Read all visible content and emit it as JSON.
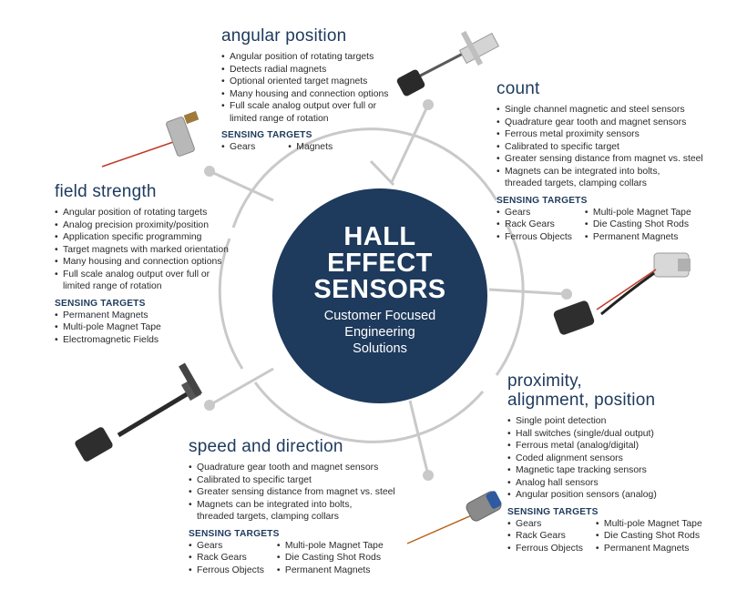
{
  "center": {
    "title_lines": [
      "HALL",
      "EFFECT",
      "SENSORS"
    ],
    "subtitle_lines": [
      "Customer Focused",
      "Engineering",
      "Solutions"
    ]
  },
  "colors": {
    "navy": "#1e3a5c",
    "ring": "#c9c9c9",
    "text": "#2b2b2b"
  },
  "sections": {
    "angular": {
      "title": "angular position",
      "bullets": [
        "Angular position of rotating targets",
        "Detects radial magnets",
        "Optional oriented target magnets",
        "Many housing and connection options",
        "Full scale analog output over full or",
        "limited range of rotation"
      ],
      "targets_label": "SENSING TARGETS",
      "targets": [
        "Gears",
        "Magnets"
      ]
    },
    "count": {
      "title": "count",
      "bullets": [
        "Single channel magnetic and steel sensors",
        "Quadrature gear tooth and magnet sensors",
        "Ferrous metal proximity sensors",
        "Calibrated to specific target",
        "Greater sensing distance from magnet vs. steel",
        "Magnets can be integrated into bolts,",
        "threaded targets, clamping collars"
      ],
      "targets_label": "SENSING TARGETS",
      "targets": [
        "Gears",
        "Multi-pole Magnet Tape",
        "Rack Gears",
        "Die Casting Shot Rods",
        "Ferrous Objects",
        "Permanent Magnets"
      ]
    },
    "field": {
      "title": "field strength",
      "bullets": [
        "Angular position of rotating targets",
        "Analog precision proximity/position",
        "Application specific programming",
        "Target magnets with marked orientation",
        "Many housing and connection options",
        "Full scale analog output over full or",
        "limited range of rotation"
      ],
      "targets_label": "SENSING TARGETS",
      "targets": [
        "Permanent Magnets",
        "Multi-pole Magnet Tape",
        "Electromagnetic Fields"
      ]
    },
    "proximity": {
      "title_lines": [
        "proximity,",
        "alignment, position"
      ],
      "bullets": [
        "Single point detection",
        "Hall switches (single/dual output)",
        "Ferrous metal (analog/digital)",
        "Coded alignment sensors",
        "Magnetic tape tracking sensors",
        "Analog hall sensors",
        "Angular position sensors (analog)"
      ],
      "targets_label": "SENSING TARGETS",
      "targets": [
        "Gears",
        "Multi-pole Magnet Tape",
        "Rack Gears",
        "Die Casting Shot Rods",
        "Ferrous Objects",
        "Permanent Magnets"
      ]
    },
    "speed": {
      "title": "speed and direction",
      "bullets": [
        "Quadrature gear tooth and magnet sensors",
        "Calibrated to specific target",
        "Greater sensing distance from magnet vs. steel",
        "Magnets can be integrated into bolts,",
        "threaded targets, clamping collars"
      ],
      "targets_label": "SENSING TARGETS",
      "targets": [
        "Gears",
        "Multi-pole Magnet Tape",
        "Rack Gears",
        "Die Casting Shot Rods",
        "Ferrous Objects",
        "Permanent Magnets"
      ]
    }
  }
}
